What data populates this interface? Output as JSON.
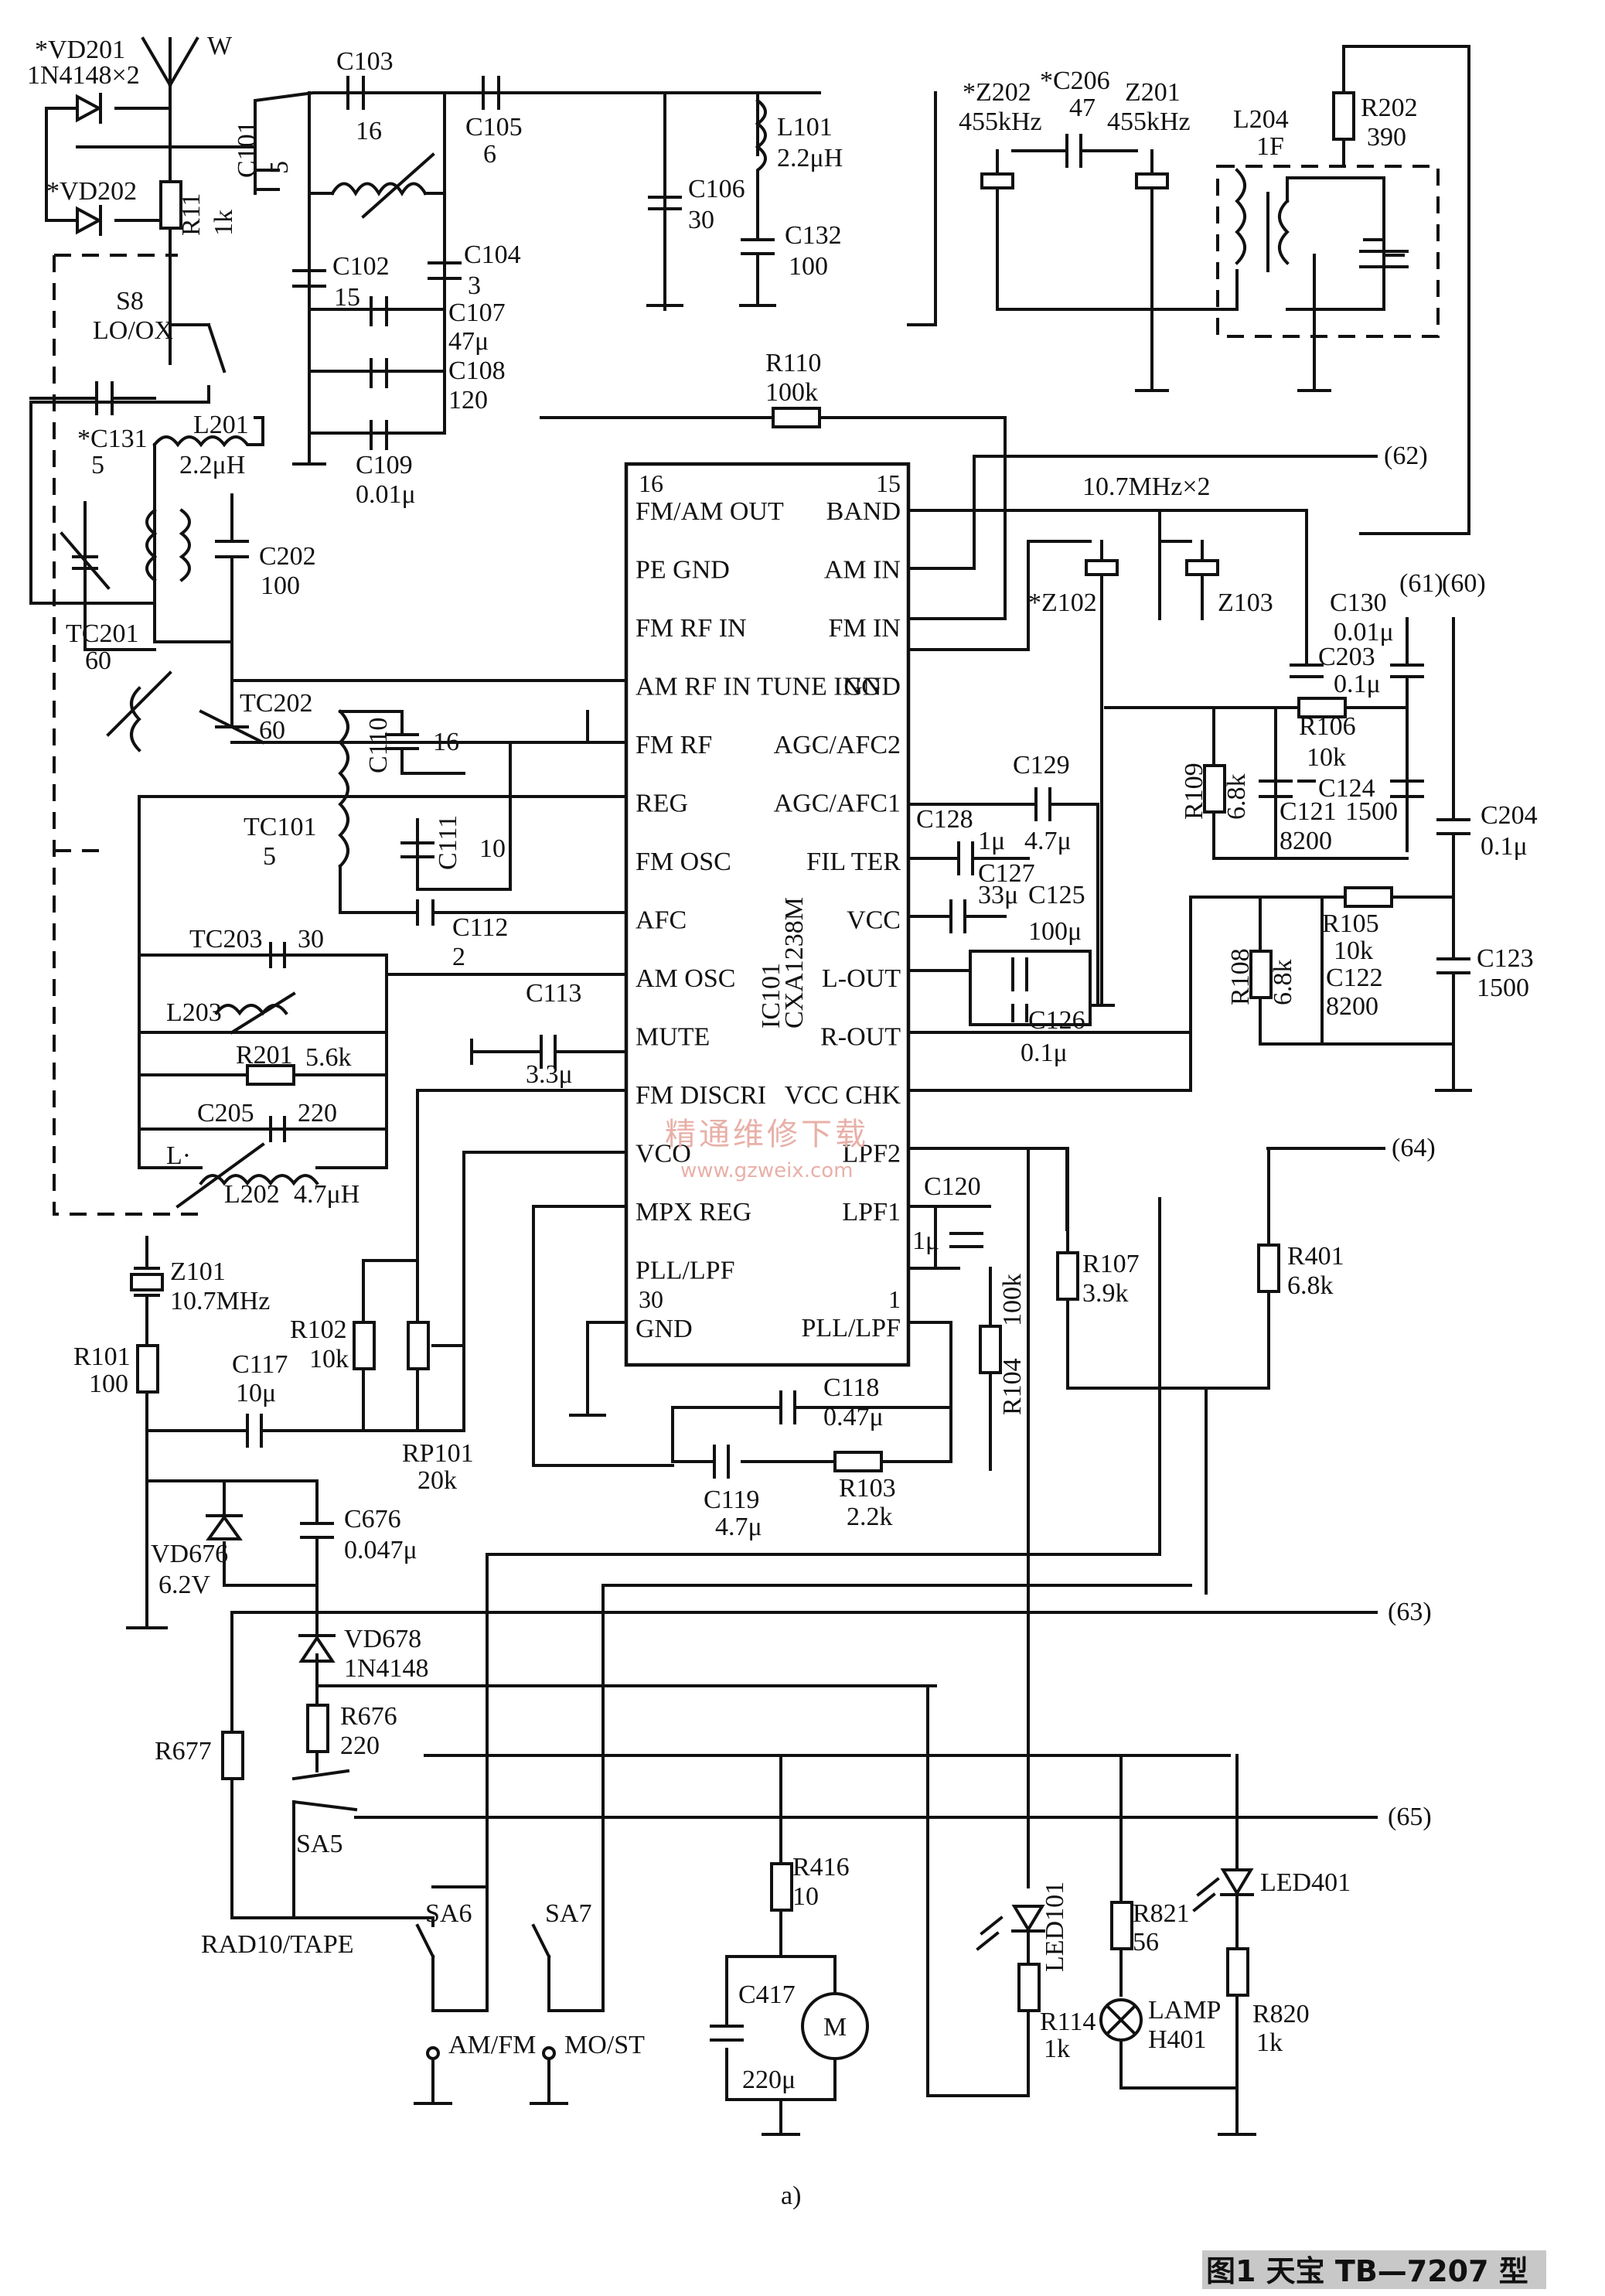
{
  "ic": {
    "ref": "IC101",
    "part": "CXA1238M",
    "left_pins": [
      {
        "num": "16",
        "name": "FM/AM OUT"
      },
      {
        "num": "",
        "name": "PE GND"
      },
      {
        "num": "",
        "name": "FM RF IN"
      },
      {
        "num": "",
        "name": "AM RF IN TUNE ING"
      },
      {
        "num": "",
        "name": "FM RF"
      },
      {
        "num": "",
        "name": "REG"
      },
      {
        "num": "",
        "name": "FM OSC"
      },
      {
        "num": "",
        "name": "AFC"
      },
      {
        "num": "",
        "name": "AM OSC"
      },
      {
        "num": "",
        "name": "MUTE"
      },
      {
        "num": "",
        "name": "FM DISCRI"
      },
      {
        "num": "",
        "name": "VCO"
      },
      {
        "num": "",
        "name": "MPX REG"
      },
      {
        "num": "",
        "name": "PLL/LPF"
      },
      {
        "num": "30",
        "name": "GND"
      }
    ],
    "right_pins": [
      {
        "num": "15",
        "name": "BAND"
      },
      {
        "num": "",
        "name": "AM IN"
      },
      {
        "num": "",
        "name": "FM IN"
      },
      {
        "num": "",
        "name": "GND"
      },
      {
        "num": "",
        "name": "AGC/AFC2"
      },
      {
        "num": "",
        "name": "AGC/AFC1"
      },
      {
        "num": "",
        "name": "FIL TER"
      },
      {
        "num": "",
        "name": "VCC"
      },
      {
        "num": "",
        "name": "L-OUT"
      },
      {
        "num": "",
        "name": "R-OUT"
      },
      {
        "num": "",
        "name": "VCC CHK"
      },
      {
        "num": "",
        "name": "LPF2"
      },
      {
        "num": "",
        "name": "LPF1"
      },
      {
        "num": "1",
        "name": "PLL/LPF"
      }
    ]
  },
  "labels": {
    "antenna": "W",
    "vd201": "*VD201",
    "vd201_part": "1N4148×2",
    "vd202": "*VD202",
    "r11": "R11",
    "r11_val": "1k",
    "c101": "C101",
    "c101_val": "5",
    "s8": "S8",
    "s8_func": "LO/OX",
    "c131": "*C131",
    "c131_val": "5",
    "l201": "L201",
    "l201_val": "2.2μH",
    "tc201": "TC201",
    "tc201_val": "60",
    "c202": "C202",
    "c202_val": "100",
    "tc202": "TC202",
    "tc202_val": "60",
    "c103": "C103",
    "c103_val": "16",
    "c105": "C105",
    "c105_val": "6",
    "c102": "C102",
    "c102_val": "15",
    "c104": "C104",
    "c104_val": "3",
    "c107": "C107",
    "c107_val": "47μ",
    "c108": "C108",
    "c108_val": "120",
    "c109": "C109",
    "c109_val": "0.01μ",
    "c106": "C106",
    "c106_val": "30",
    "l101": "L101",
    "l101_val": "2.2μH",
    "c132": "C132",
    "c132_val": "100",
    "z202": "*Z202",
    "z202_val": "455kHz",
    "c206": "*C206",
    "c206_val": "47",
    "z201": "Z201",
    "z201_val": "455kHz",
    "l204": "L204",
    "l204_val": "1F",
    "r202": "R202",
    "r202_val": "390",
    "r110": "R110",
    "r110_val": "100k",
    "ref62": "(62)",
    "filt": "10.7MHz×2",
    "z102": "*Z102",
    "z103": "Z103",
    "c130": "C130",
    "c130_val": "0.01μ",
    "ref61": "(61)",
    "ref60": "(60)",
    "c203": "C203",
    "c203_val": "0.1μ",
    "r106": "R106",
    "r106_val": "10k",
    "r109": "R109",
    "r109_val": "6.8k",
    "c121": "C121",
    "c121_val": "8200",
    "c124": "C124",
    "c124_val": "1500",
    "c204": "C204",
    "c204_val": "0.1μ",
    "c110": "C110",
    "c110_val": "16",
    "tc101": "TC101",
    "tc101_val": "5",
    "c111": "C111",
    "c111_val": "10",
    "c112": "C112",
    "c112_val": "2",
    "tc203": "TC203",
    "tc203_val": "30",
    "l203": "L203",
    "r201": "R201",
    "r201_val": "5.6k",
    "c205": "C205",
    "c205_val": "220",
    "l_mark": "L·",
    "l202": "L202",
    "l202_val": "4.7μH",
    "c113": "C113",
    "c113_val": "3.3μ",
    "c129": "C129",
    "c129_val": "4.7μ",
    "c128": "C128",
    "c128_val": "1μ",
    "c127": "C127",
    "c125": "C125",
    "c125_v1": "33μ",
    "c125_v2": "100μ",
    "c126": "C126",
    "c126_val": "0.1μ",
    "r105": "R105",
    "r105_val": "10k",
    "r108": "R108",
    "r108_val": "6.8k",
    "c122": "C122",
    "c122_val": "8200",
    "c123": "C123",
    "c123_val": "1500",
    "ref64": "(64)",
    "c120": "C120",
    "c120_val": "1μ",
    "r107": "R107",
    "r107_val": "3.9k",
    "r401": "R401",
    "r401_val": "6.8k",
    "r104": "R104",
    "r104_val": "100k",
    "z101": "Z101",
    "z101_val": "10.7MHz",
    "r101": "R101",
    "r101_val": "100",
    "r102": "R102",
    "r102_val": "10k",
    "c117": "C117",
    "c117_val": "10μ",
    "rp101": "RP101",
    "rp101_val": "20k",
    "c118": "C118",
    "c118_val": "0.47μ",
    "c119": "C119",
    "c119_val": "4.7μ",
    "r103": "R103",
    "r103_val": "2.2k",
    "vd676": "VD676",
    "vd676_val": "6.2V",
    "c676": "C676",
    "c676_val": "0.047μ",
    "vd678": "VD678",
    "vd678_val": "1N4148",
    "ref63": "(63)",
    "r677": "R677",
    "r676": "R676",
    "r676_val": "220",
    "sa5": "SA5",
    "ref65": "(65)",
    "rad_tape": "RAD10/TAPE",
    "sa6": "SA6",
    "sa7": "SA7",
    "r416": "R416",
    "r416_val": "10",
    "c417": "C417",
    "c417_val": "220μ",
    "motor": "M",
    "led101": "LED101",
    "r114": "R114",
    "r114_val": "1k",
    "r821": "R821",
    "r821_val": "56",
    "lamp": "LAMP",
    "h401": "H401",
    "led401": "LED401",
    "r820": "R820",
    "r820_val": "1k",
    "am_fm": "AM/FM",
    "mo_st": "MO/ST",
    "sub": "a)"
  },
  "watermark": {
    "text": "精通维修下载",
    "url": "www.gzweix.com"
  },
  "caption": "图1  天宝 TB—7207 型"
}
